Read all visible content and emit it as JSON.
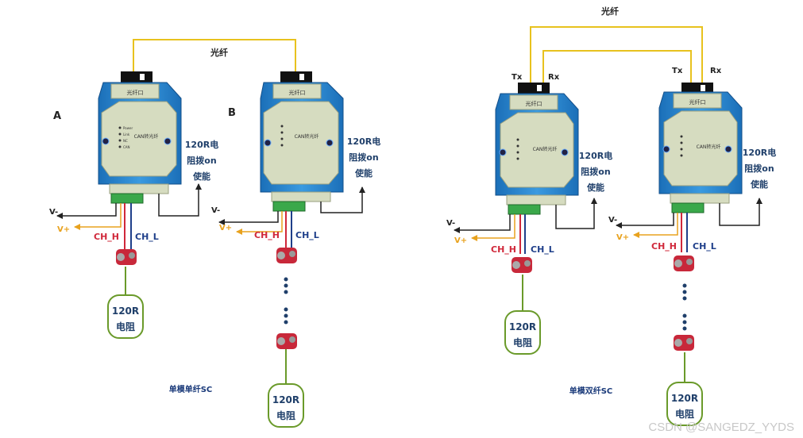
{
  "fiber_label": "光纤",
  "port_label": "光纤口",
  "module_text": "CAN转光纤",
  "led_labels": [
    "Power",
    "Link",
    "NC",
    "CAN"
  ],
  "resistor_note": [
    "120R电",
    "阻拨on",
    "使能"
  ],
  "terminator_label": [
    "120R",
    "电阻"
  ],
  "voltage": {
    "neg": "V-",
    "pos": "V+"
  },
  "channels": {
    "high": "CH_H",
    "low": "CH_L"
  },
  "node_a": "A",
  "node_b": "B",
  "tx": "Tx",
  "rx": "Rx",
  "caption_single": "单模单纤SC",
  "caption_dual": "单模双纤SC",
  "watermark": "CSDN @SANGEDZ_YYDS",
  "colors": {
    "fiber": "#e8c21e",
    "module_blue": "#2a86d0",
    "module_face": "#d6dcc0",
    "ch_h": "#d0283a",
    "ch_l": "#1f3f8a",
    "v_pos": "#e8a21e",
    "terminator": "#6a9a2a",
    "text_blue": "#1f3f6a",
    "caption_blue": "#1a3a7a"
  }
}
